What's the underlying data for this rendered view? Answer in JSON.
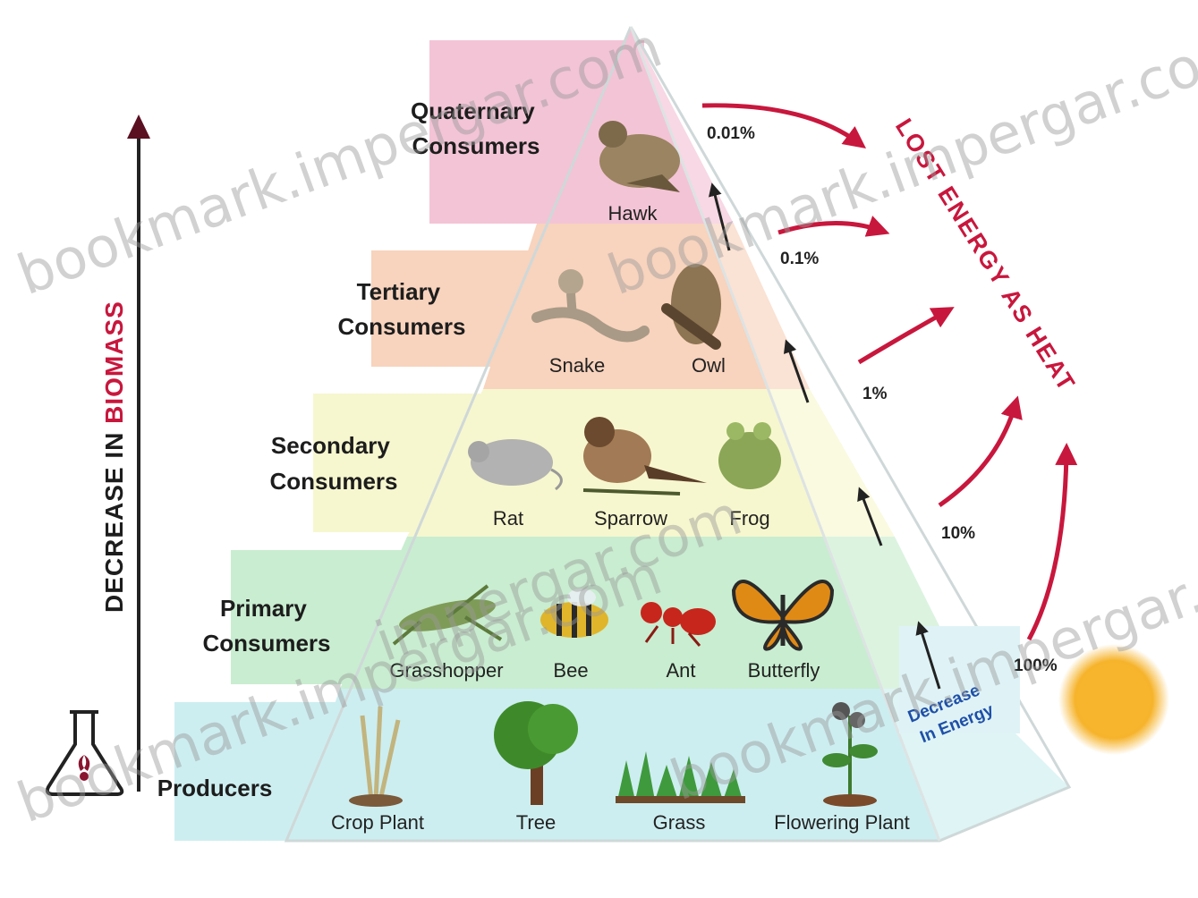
{
  "diagram": {
    "axis_label_prefix": "DECREASE IN ",
    "axis_label_highlight": "BIOMASS",
    "lost_energy_label": "LOST ENERGY AS HEAT",
    "decrease_energy_line1": "Decrease",
    "decrease_energy_line2": "In Energy",
    "levels": {
      "quaternary": {
        "line1": "Quaternary",
        "line2": "Consumers",
        "organisms": [
          "Hawk"
        ],
        "percent": "0.01%"
      },
      "tertiary": {
        "line1": "Tertiary",
        "line2": "Consumers",
        "organisms": [
          "Snake",
          "Owl"
        ],
        "percent": "0.1%"
      },
      "secondary": {
        "line1": "Secondary",
        "line2": "Consumers",
        "organisms": [
          "Rat",
          "Sparrow",
          "Frog"
        ],
        "percent": "1%"
      },
      "primary": {
        "line1": "Primary",
        "line2": "Consumers",
        "organisms": [
          "Grasshopper",
          "Bee",
          "Ant",
          "Butterfly"
        ],
        "percent": "10%"
      },
      "producers": {
        "line1": "Producers",
        "organisms": [
          "Crop Plant",
          "Tree",
          "Grass",
          "Flowering Plant"
        ],
        "percent": "100%"
      }
    },
    "colors": {
      "quaternary": "#f3c4d6",
      "tertiary": "#f8d3bd",
      "secondary": "#f7f7cf",
      "primary": "#c9edd0",
      "producers": "#cdeef0",
      "heat_arrow": "#c8173d",
      "axis": "#222222"
    },
    "watermark": [
      "bookmark.impergar.com",
      "bookmark.impergar.com",
      "bookmark.impergar.com",
      "bookmark.impergar.com",
      "impergar.com"
    ]
  }
}
